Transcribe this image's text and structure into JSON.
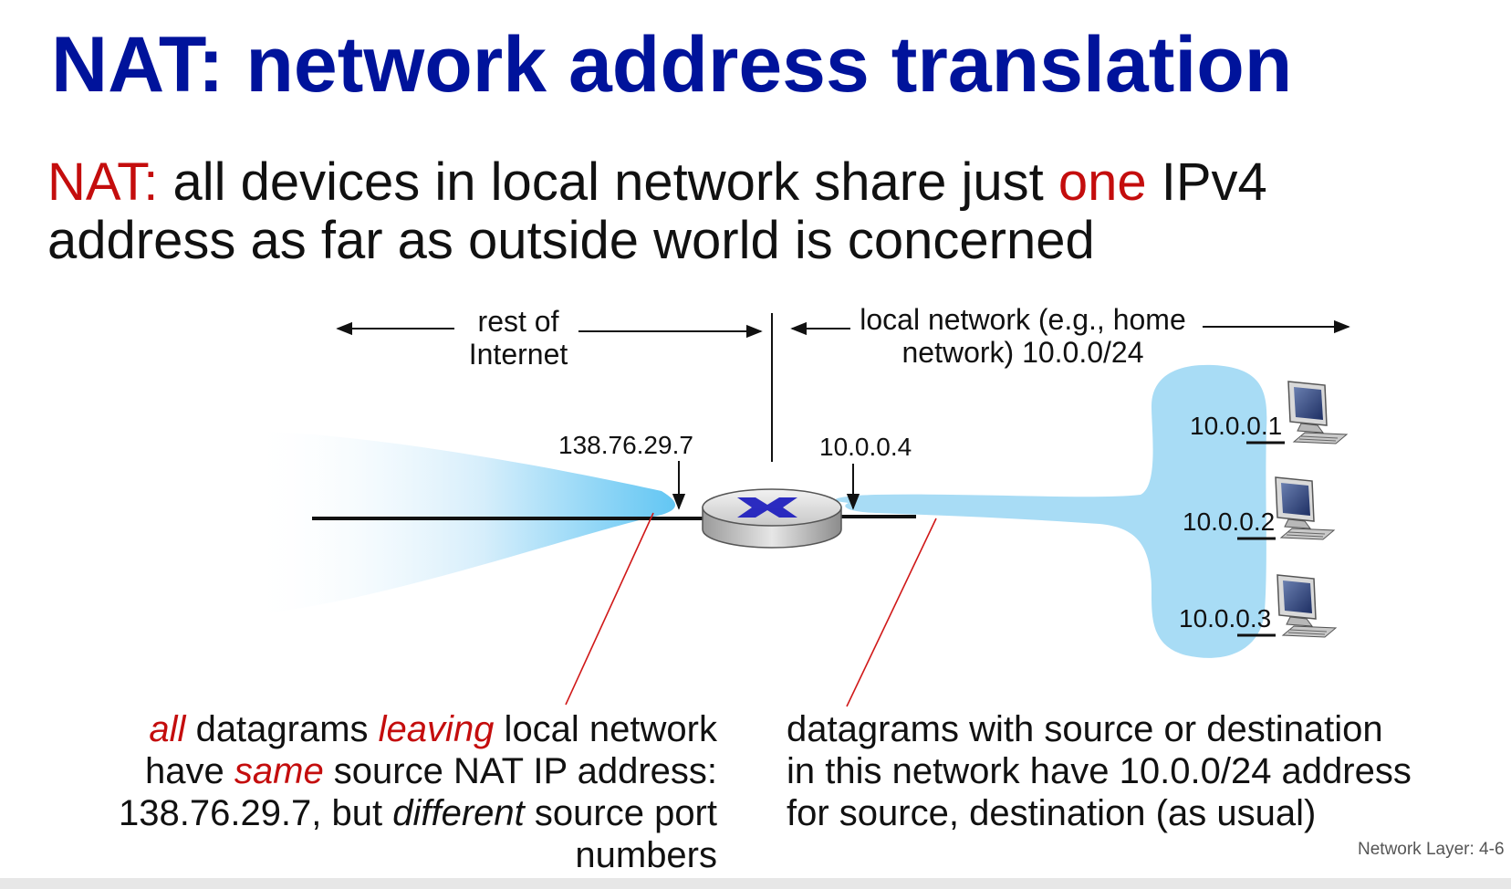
{
  "title": "NAT: network address translation",
  "lead": {
    "prefix": "NAT:",
    "text_a": " all devices in local network share just ",
    "emphasis": "one",
    "text_b": " IPv4",
    "line2": "address as far as outside world is concerned"
  },
  "diagram": {
    "internet_label_1": "rest of",
    "internet_label_2": "Internet",
    "local_label_1": "local network (e.g., home",
    "local_label_2": "network) 10.0.0/24",
    "public_ip": "138.76.29.7",
    "router_local_ip": "10.0.0.4",
    "hosts": [
      {
        "ip": "10.0.0.1"
      },
      {
        "ip": "10.0.0.2"
      },
      {
        "ip": "10.0.0.3"
      }
    ],
    "icons": [
      "nat-router-icon",
      "desktop-computer-icon"
    ],
    "colors": {
      "title": "#00139b",
      "emphasis": "#c40d0d",
      "network_cloud": "#a8dcf5",
      "router_symbol": "#1b1bbd"
    }
  },
  "captions": {
    "left": {
      "w1": "all",
      "t1": " datagrams ",
      "w2": "leaving",
      "t2": " local network",
      "t3": "have ",
      "w3": "same",
      "t4": " source NAT IP address:",
      "t5": "138.76.29.7,  but ",
      "w4": "different",
      "t6": " source port",
      "t7": "numbers"
    },
    "right": {
      "l1": "datagrams with source or destination",
      "l2": "in this network have 10.0.0/24 address",
      "l3": "for  source, destination (as usual)"
    }
  },
  "footer": "Network Layer: 4-6"
}
